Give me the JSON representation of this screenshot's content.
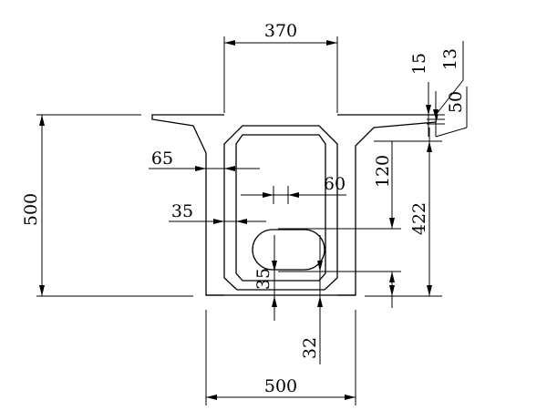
{
  "dimensions": {
    "top_opening_width": "370",
    "overall_height": "500",
    "bottom_width": "500",
    "outer_wall": "65",
    "inner_wall": "35",
    "web_gap": "60",
    "flange_15": "15",
    "flange_13": "13",
    "flange_50": "50",
    "depth_120": "120",
    "depth_422": "422",
    "hole_35": "35",
    "hole_32": "32"
  }
}
